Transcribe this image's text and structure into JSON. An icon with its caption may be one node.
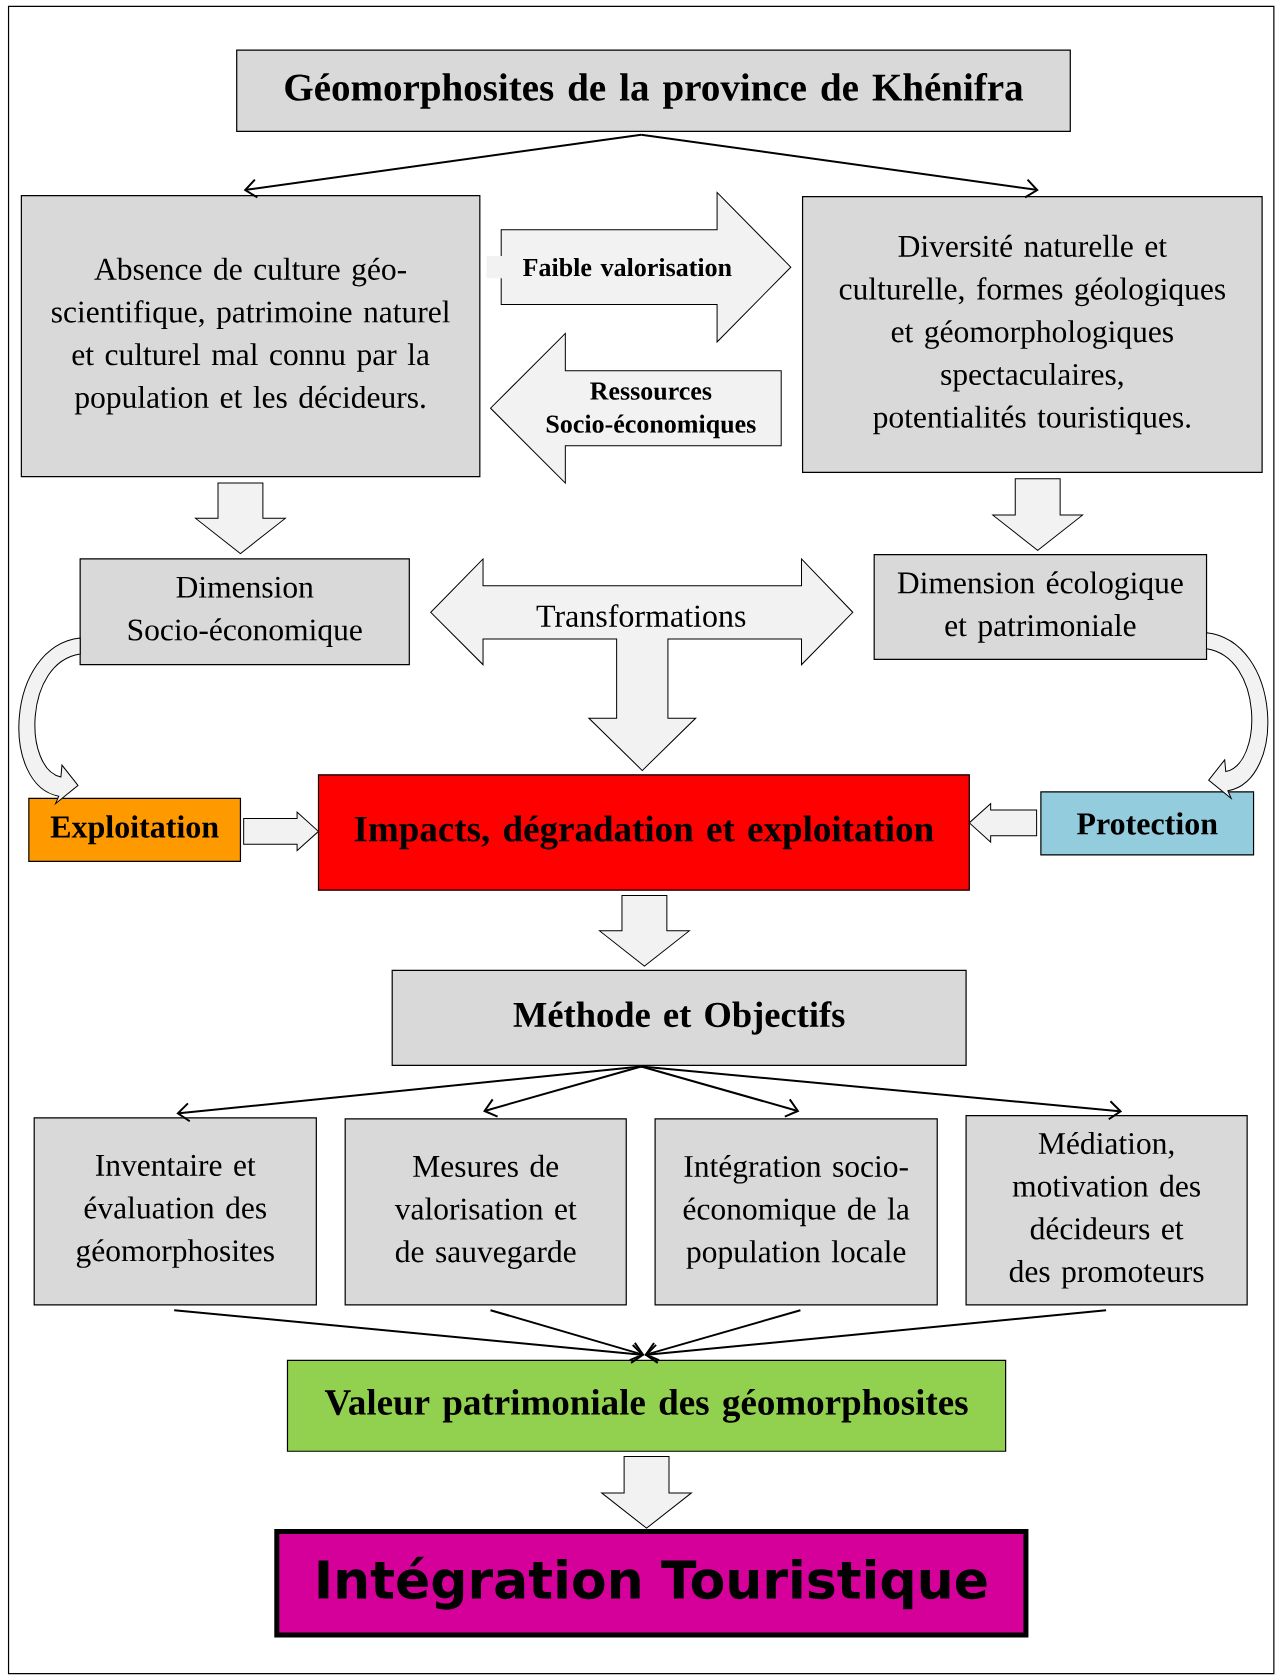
{
  "diagram": {
    "nodes": [
      {
        "text": [
          "Géomorphosites de la province de Khénifra"
        ]
      },
      {
        "text": [
          "Absence de culture géo-scientifique, patrimoine naturel et culturel mal connu par la population et les décideurs."
        ]
      },
      {
        "text": [
          "Diversité naturelle et culturelle, formes géologiques et géomorphologiques spectaculaires, potentialités touristiques."
        ]
      },
      {
        "text": [
          "Dimension Socio-économique"
        ]
      },
      {
        "text": [
          "Dimension écologique et patrimoniale"
        ]
      },
      {
        "text": [
          "Exploitation"
        ]
      },
      {
        "text": [
          "Impacts, dégradation et exploitation"
        ]
      },
      {
        "text": [
          "Protection"
        ]
      },
      {
        "text": [
          "Méthode et Objectifs"
        ]
      },
      {
        "text": [
          "Inventaire et évaluation des géomorphosites"
        ]
      },
      {
        "text": [
          "Mesures de valorisation et de sauvegarde"
        ]
      },
      {
        "text": [
          "Intégration socio-économique de la population locale"
        ]
      },
      {
        "text": [
          "Médiation, motivation des décideurs et des promoteurs"
        ]
      },
      {
        "text": [
          "Valeur patrimoniale des géomorphosites"
        ]
      },
      {
        "text": [
          "Intégration Touristique"
        ]
      }
    ],
    "edges": [
      {
        "from": 0,
        "to": 1,
        "arrow": "to"
      },
      {
        "from": 0,
        "to": 2,
        "arrow": "to"
      },
      {
        "from": 1,
        "to": 2,
        "arrow": "to",
        "label": "Faible valorisation"
      },
      {
        "from": 2,
        "to": 1,
        "arrow": "to",
        "label": "Ressources Socio-économiques"
      },
      {
        "from": 1,
        "to": 3,
        "arrow": "to"
      },
      {
        "from": 2,
        "to": 4,
        "arrow": "to"
      },
      {
        "from": 3,
        "to": 4,
        "arrow": "both",
        "label": "Transformations"
      },
      {
        "from": null,
        "to": 6,
        "arrow": "to"
      },
      {
        "from": 3,
        "to": 5,
        "arrow": "to"
      },
      {
        "from": 4,
        "to": 7,
        "arrow": "to"
      },
      {
        "from": 5,
        "to": 6,
        "arrow": "to"
      },
      {
        "from": 7,
        "to": 6,
        "arrow": "to"
      },
      {
        "from": 6,
        "to": 8,
        "arrow": "to"
      },
      {
        "from": 8,
        "to": 9,
        "arrow": "to"
      },
      {
        "from": 8,
        "to": 10,
        "arrow": "to"
      },
      {
        "from": 8,
        "to": 11,
        "arrow": "to"
      },
      {
        "from": 8,
        "to": 12,
        "arrow": "to"
      },
      {
        "from": 9,
        "to": 13,
        "arrow": "to"
      },
      {
        "from": 10,
        "to": 13,
        "arrow": "to"
      },
      {
        "from": 11,
        "to": 13,
        "arrow": "to"
      },
      {
        "from": 12,
        "to": 13,
        "arrow": "to"
      },
      {
        "from": 13,
        "to": 14,
        "arrow": "to"
      }
    ]
  }
}
